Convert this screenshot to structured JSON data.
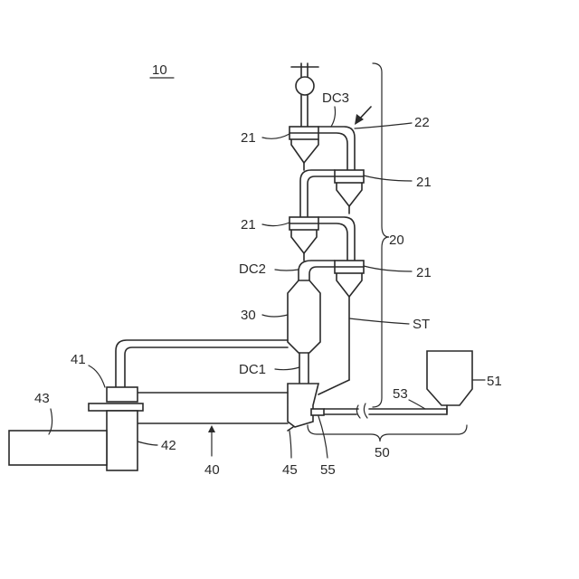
{
  "labels": {
    "system": "10",
    "dc3": "DC3",
    "dc2": "DC2",
    "dc1": "DC1",
    "n21a": "21",
    "n21b": "21",
    "n21c": "21",
    "n21d": "21",
    "n22": "22",
    "n20": "20",
    "st": "ST",
    "n30": "30",
    "n41": "41",
    "n43": "43",
    "n42": "42",
    "n40": "40",
    "n45": "45",
    "n55": "55",
    "n50": "50",
    "n53": "53",
    "n51": "51"
  }
}
